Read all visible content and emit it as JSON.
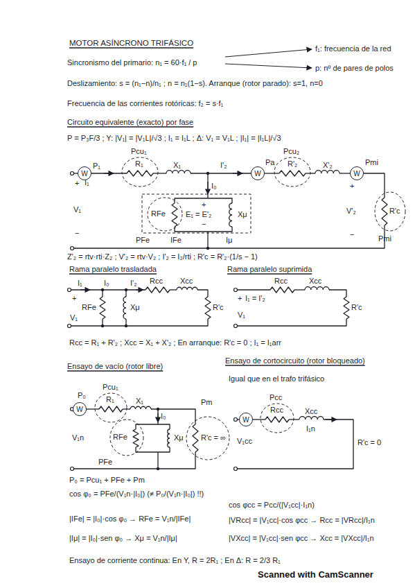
{
  "diagram": {
    "title": "MOTOR ASÍNCRONO TRIFÁSICO",
    "nodes": [
      {
        "text": [
          "W"
        ]
      },
      {
        "text": [
          "Pcu₁",
          "R₁"
        ]
      },
      {
        "text": [
          "PFe",
          "RFe"
        ]
      },
      {
        "text": [
          "W"
        ]
      },
      {
        "text": [
          "Pcu₂",
          "R'₂"
        ]
      },
      {
        "text": [
          "W"
        ]
      },
      {
        "text": [
          "Pmi",
          "R'c"
        ]
      },
      {
        "text": [
          "W"
        ]
      },
      {
        "text": [
          "Pcu₁",
          "R₁"
        ]
      },
      {
        "text": [
          "PFe",
          "RFe"
        ]
      },
      {
        "text": [
          "Pm",
          "R'c = ∞"
        ]
      },
      {
        "text": [
          "W"
        ]
      },
      {
        "text": [
          "Pcc",
          "Rcc"
        ]
      }
    ],
    "labels": [
      "Sincronismo del primario: n₁ = 60·f₁ / p",
      "f₁: frecuencia de la red",
      "p: nº de pares de polos",
      "Deslizamiento: s = (n₁−n)/n₁ ; n = n₁(1−s). Arranque (rotor parado): s=1, n=0",
      "Frecuencia de las corrientes rotóricas: f₂ = s·f₁",
      "Circuito equivalente (exacto) por fase",
      "P = P₃F/3 ; Y: |V₁| = |V₁L|/√3 ; I₁ = I₁L ; Δ: V₁ = V₁L ; |I₁| = |I₁L|/√3",
      "P₁",
      "X₁",
      "I₀",
      "I'₂",
      "Pa",
      "X'₂",
      "Pmi",
      "+",
      "I₁",
      "V₁",
      "−",
      "E₁ = E'₂",
      "+",
      "−",
      "Xμ",
      "IFe",
      "Iμ",
      "+",
      "V'₂",
      "−",
      "Z'₂ = rtv·rti·Z₂ ; V'₂ = rtv·V₂ ; I'₂ = I₂/rti ; R'c = R'₂·(1/s − 1)",
      "Rama paralelo trasladada",
      "Rama paralelo suprimida",
      "I₁",
      "I₀",
      "I'₂",
      "Rcc",
      "Xcc",
      "V₁",
      "RFe",
      "Xμ",
      "R'c",
      "+",
      "Rcc",
      "Xcc",
      "+",
      "I₁ = I'₂",
      "V₁",
      "R'c",
      "Rcc = R₁ + R'₂ ; Xcc = X₁ + X'₂ ; En arranque: R'c = 0 ; I₁ = I₁arr",
      "Ensayo de vacío (rotor libre)",
      "Ensayo de cortocircuito (rotor bloqueado)",
      "Igual que en el trafo trifásico",
      "P₀",
      "X₁",
      "I₀",
      "V₁n",
      "Xμ",
      "Xcc",
      "I₁n",
      "V₁cc",
      "R'c = 0",
      "P₀ = Pcu₁ + PFe + Pm",
      "cos φ₀ = PFe/(V₁n·|I₀|)  (≠ P₀/(V₁n·|I₀|) !!)",
      "cos φcc = Pcc/(|V₁cc|·I₁n)",
      "|IFe| = |I₀|·cos φ₀ → RFe = V₁n/|IFe|",
      "|Iμ| = |I₀|·sen φ₀ → Xμ = V₁n/|Iμ|",
      "|VRcc| = |V₁cc|·cos φcc → Rcc = |VRcc|/I₁n",
      "|VXcc| = |V₁cc|·sen φcc → Xcc = |VXcc|/I₁n",
      "Ensayo de corriente continua: En Y, R = 2R₁ ; En Δ: R = 2/3 R₁",
      "Scanned with CamScanner"
    ]
  }
}
